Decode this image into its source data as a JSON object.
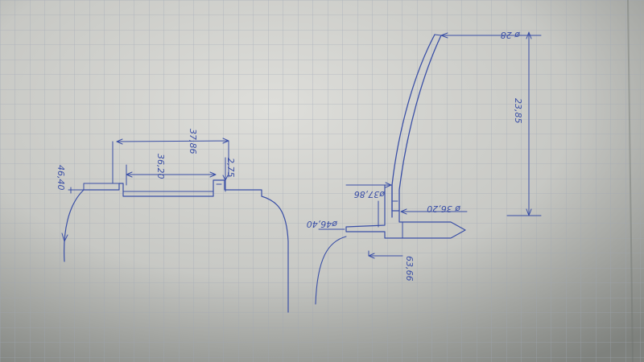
{
  "drawing": {
    "left_sketch": {
      "dim_outer": "37,86",
      "dim_inner": "36,20",
      "dim_height": "2,75",
      "dim_side": "46,40"
    },
    "right_sketch": {
      "dim_top_dia": "ø 28",
      "dim_height": "23,85",
      "dim_mid_dia": "ø37,86",
      "dim_inner_dia": "ø 36,20",
      "dim_outer_dia": "ø46,40",
      "dim_bottom": "63,66"
    }
  },
  "colors": {
    "ink": "#3a4fa6",
    "grid": "#9ea6b5",
    "paper_light": "#dcdcd8",
    "paper_dark": "#7d807c"
  }
}
